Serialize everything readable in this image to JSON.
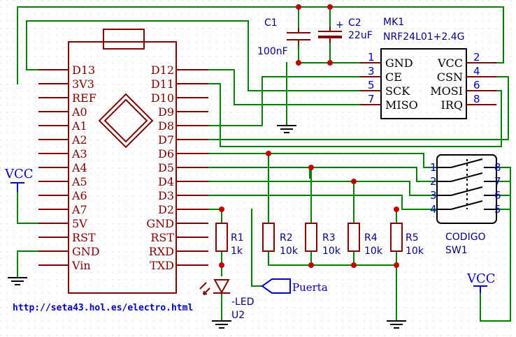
{
  "arduino": {
    "left_pins": [
      "D13",
      "3V3",
      "REF",
      "A0",
      "A1",
      "A2",
      "A3",
      "A4",
      "A5",
      "A6",
      "A7",
      "5V",
      "RST",
      "GND",
      "Vin"
    ],
    "right_pins": [
      "D12",
      "D11",
      "D10",
      "D9",
      "D8",
      "D7",
      "D6",
      "D5",
      "D4",
      "D3",
      "D2",
      "GND",
      "RST",
      "RXD",
      "TXD"
    ]
  },
  "module": {
    "ref": "MK1",
    "value": "NRF24L01+2.4G",
    "pins": [
      {
        "num": "1",
        "name": "GND"
      },
      {
        "num": "3",
        "name": "CE"
      },
      {
        "num": "5",
        "name": "SCK"
      },
      {
        "num": "7",
        "name": "MISO"
      },
      {
        "num": "2",
        "name": "VCC"
      },
      {
        "num": "4",
        "name": "CSN"
      },
      {
        "num": "6",
        "name": "MOSI"
      },
      {
        "num": "8",
        "name": "IRQ"
      }
    ]
  },
  "capacitors": [
    {
      "ref": "C1",
      "value": "100nF"
    },
    {
      "ref": "C2",
      "value": "22uF",
      "polarity": "+"
    }
  ],
  "resistors": [
    {
      "ref": "R1",
      "value": "1k"
    },
    {
      "ref": "R2",
      "value": "10k"
    },
    {
      "ref": "R3",
      "value": "10k"
    },
    {
      "ref": "R4",
      "value": "10k"
    },
    {
      "ref": "R5",
      "value": "10k"
    }
  ],
  "switch": {
    "ref": "SW1",
    "value": "CODIGO",
    "pins": [
      "1",
      "2",
      "3",
      "4",
      "8",
      "7",
      "6",
      "5"
    ]
  },
  "led": {
    "value": "-LED",
    "ref": "U2"
  },
  "net_label": "Puerta",
  "power": {
    "vcc_left": "VCC",
    "vcc_right": "VCC"
  },
  "url": "http://seta43.hol.es/electro.html",
  "colors": {
    "wire": "#008000",
    "component": "#800000",
    "power": "#0000c0",
    "junction": "#c00000",
    "text": "#000080"
  }
}
